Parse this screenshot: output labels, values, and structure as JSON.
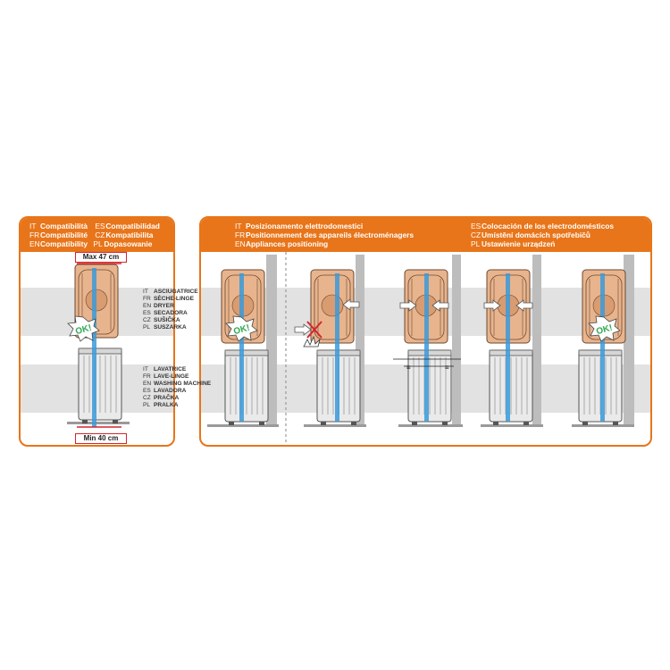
{
  "compat": {
    "lines": [
      {
        "code_a": "IT",
        "text_a": "Compatibilità",
        "code_b": "ES",
        "text_b": "Compatibilidad"
      },
      {
        "code_a": "FR",
        "text_a": "Compatibilité",
        "code_b": "CZ",
        "text_b": "Kompatibilita"
      },
      {
        "code_a": "EN",
        "text_a": "Compatibility",
        "code_b": "PL",
        "text_b": "Dopasowanie"
      }
    ],
    "max_label": "Max 47 cm",
    "min_label": "Min 40 cm",
    "dryer_labels": [
      {
        "code": "IT",
        "text": "ASCIUGATRICE"
      },
      {
        "code": "FR",
        "text": "SÈCHE-LINGE"
      },
      {
        "code": "EN",
        "text": "DRYER"
      },
      {
        "code": "ES",
        "text": "SECADORA"
      },
      {
        "code": "CZ",
        "text": "SUŠIČKA"
      },
      {
        "code": "PL",
        "text": "SUSZARKA"
      }
    ],
    "washer_labels": [
      {
        "code": "IT",
        "text": "LAVATRICE"
      },
      {
        "code": "FR",
        "text": "LAVE-LINGE"
      },
      {
        "code": "EN",
        "text": "WASHING MACHINE"
      },
      {
        "code": "ES",
        "text": "LAVADORA"
      },
      {
        "code": "CZ",
        "text": "PRAČKA"
      },
      {
        "code": "PL",
        "text": "PRALKA"
      }
    ]
  },
  "positioning": {
    "lines_left": [
      {
        "code": "IT",
        "text": "Posizionamento elettrodomestici"
      },
      {
        "code": "FR",
        "text": "Positionnement des appareils électroménagers"
      },
      {
        "code": "EN",
        "text": "Appliances positioning"
      }
    ],
    "lines_right": [
      {
        "code": "ES",
        "text": "Colocación de los electrodomésticos"
      },
      {
        "code": "CZ",
        "text": "Umístění domácích spotřebičů"
      },
      {
        "code": "PL",
        "text": "Ustawienie urządzeń"
      }
    ]
  },
  "ok_badge": "OK!",
  "colors": {
    "accent": "#e8751a",
    "dryer": "#e8b48e",
    "washer": "#eaeaea",
    "strap": "#3a9ad9",
    "ok": "#2fa84f",
    "wrong": "#d2262d",
    "band": "#e2e2e2"
  }
}
